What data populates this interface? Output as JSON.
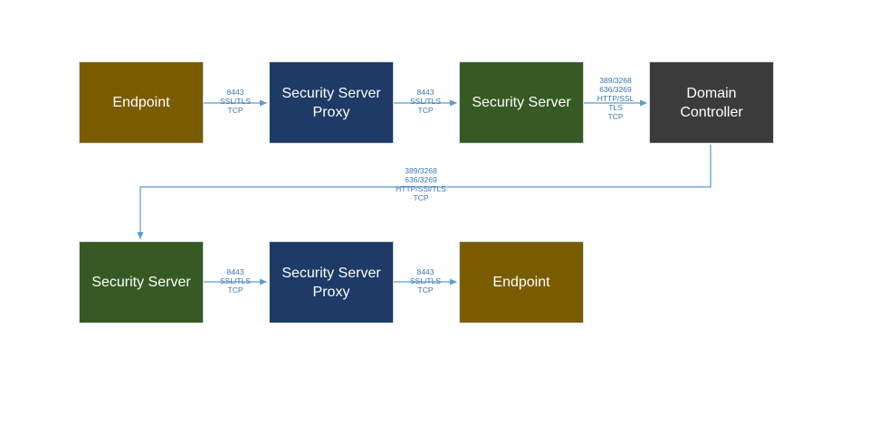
{
  "colors": {
    "endpoint": "#7a5c00",
    "proxy": "#1e3a66",
    "security_server": "#365a23",
    "domain_controller": "#3b3b3b",
    "connector": "#5b9bd5",
    "label_text": "#3a78b5"
  },
  "nodes": {
    "n1": {
      "label": "Endpoint",
      "color": "#7a5c00"
    },
    "n2": {
      "label": "Security Server\nProxy",
      "color": "#1e3a66"
    },
    "n3": {
      "label": "Security Server",
      "color": "#365a23"
    },
    "n4": {
      "label": "Domain\nController",
      "color": "#3b3b3b"
    },
    "n5": {
      "label": "Security Server",
      "color": "#365a23"
    },
    "n6": {
      "label": "Security Server\nProxy",
      "color": "#1e3a66"
    },
    "n7": {
      "label": "Endpoint",
      "color": "#7a5c00"
    }
  },
  "edges": {
    "e1": {
      "label": "8443\nSSL/TLS\nTCP"
    },
    "e2": {
      "label": "8443\nSSL/TLS\nTCP"
    },
    "e3": {
      "label": "389/3268\n636/3269\nHTTP/SSL\nTLS\nTCP"
    },
    "e4": {
      "label": "389/3268\n636/3269\nHTTP/SSl/TLS\nTCP"
    },
    "e5": {
      "label": "8443\nSSL/TLS\nTCP"
    },
    "e6": {
      "label": "8443\nSSL/TLS\nTCP"
    }
  }
}
